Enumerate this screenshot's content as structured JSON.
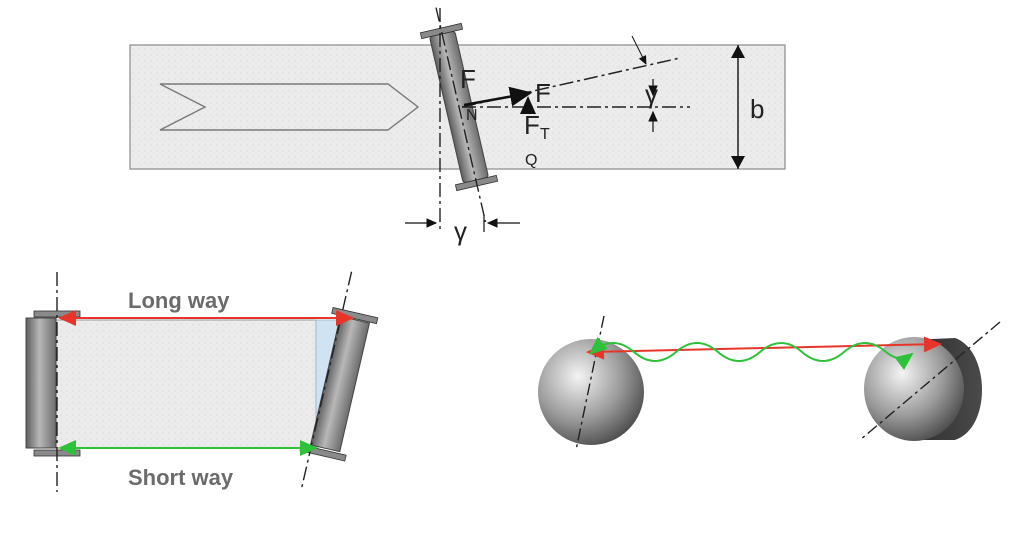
{
  "top_diagram": {
    "force_F_roller": "F",
    "force_N_sub": "N",
    "force_F": "F",
    "force_FT": "F",
    "force_FT_sub": "T",
    "angle_gamma_right": "γ",
    "angle_gamma_bottom": "γ",
    "width_b": "b",
    "center_marker": "Q"
  },
  "bottom_left": {
    "long_way": "Long way",
    "short_way": "Short way"
  },
  "colors": {
    "long_way": "#e8352a",
    "short_way": "#2ec23a",
    "belt_fill": "#ececec",
    "roller_dark": "#7a7a7a",
    "wedge_fill": "#cfe3f3"
  }
}
